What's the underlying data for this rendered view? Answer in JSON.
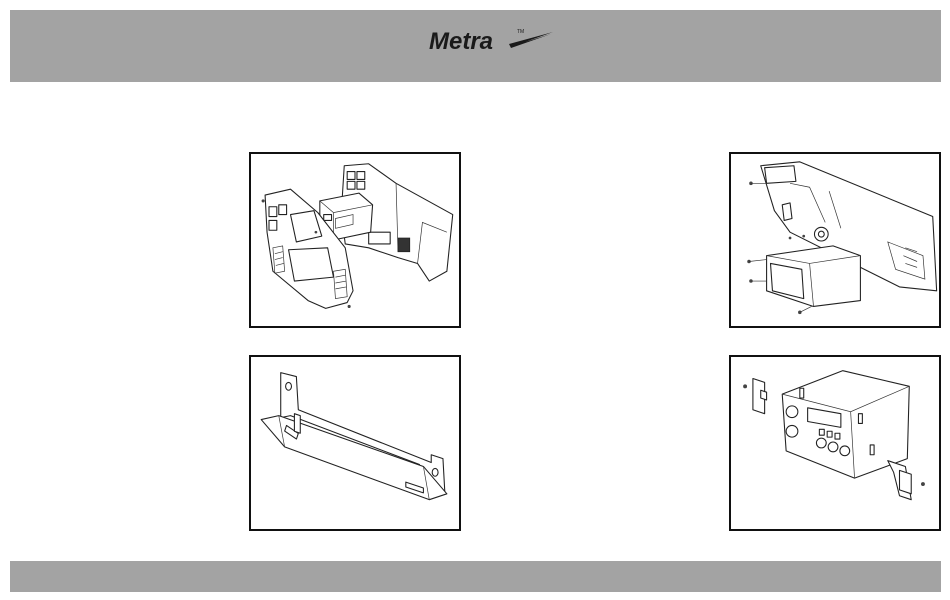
{
  "header": {
    "brand": "Metra",
    "brand_mark": "TM",
    "brand_color": "#1a1a1a",
    "band_color": "#a3a3a3"
  },
  "footer": {
    "band_color": "#a3a3a3"
  },
  "figures": [
    {
      "id": "fig1",
      "illustration": "dash-bezel-radio-exploded"
    },
    {
      "id": "fig2",
      "illustration": "dash-pocket-screws"
    },
    {
      "id": "fig3",
      "illustration": "mounting-bracket"
    },
    {
      "id": "fig4",
      "illustration": "radio-with-side-brackets"
    }
  ]
}
